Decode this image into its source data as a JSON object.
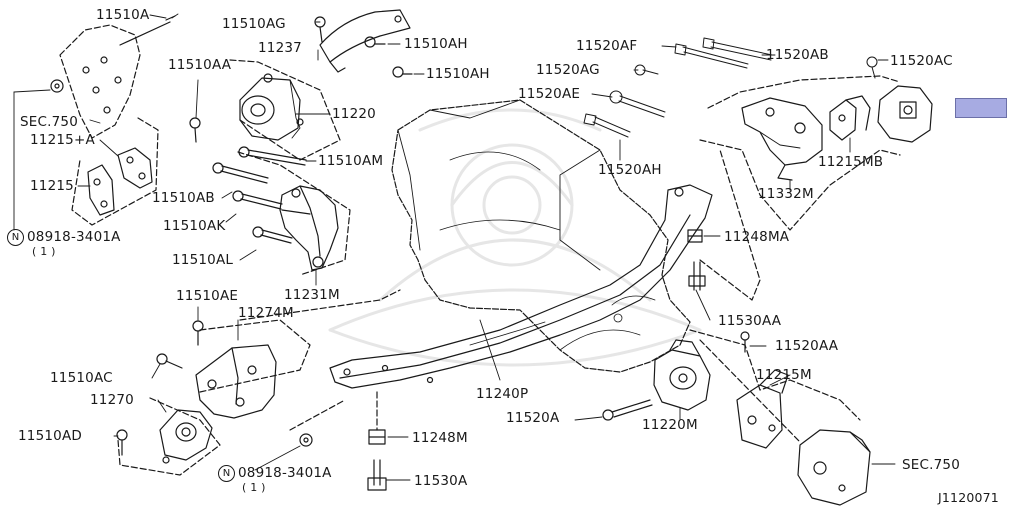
{
  "figure_code": "J1120071",
  "colors": {
    "ink": "#1a1a1a",
    "highlight": "#a7abe2",
    "watermark": "#e6e6e6"
  },
  "labels": {
    "p11510A": "11510A",
    "p11510AG": "11510AG",
    "p11510AH_1": "11510AH",
    "p11510AH_2": "11510AH",
    "p11237": "11237",
    "p11510AA": "11510AA",
    "p11220": "11220",
    "sec750_top": "SEC.750",
    "p11215A": "11215+A",
    "p11215": "11215",
    "p11510AM": "11510AM",
    "p11510AB": "11510AB",
    "p11510AK": "11510AK",
    "p11510AL": "11510AL",
    "p11231M": "11231M",
    "n_code_top": "08918-3401A",
    "n_qty_top": "( 1 )",
    "p11520AF": "11520AF",
    "p11520AB": "11520AB",
    "p11520AG": "11520AG",
    "p11520AC": "11520AC",
    "p11520AE": "11520AE",
    "p11520AH": "11520AH",
    "p11215MB": "11215MB",
    "p11332M": "11332M",
    "p11248MA": "11248MA",
    "p11530AA": "11530AA",
    "p11520AA": "11520AA",
    "p11215M": "11215M",
    "p11240P": "11240P",
    "p11520A": "11520A",
    "p11220M": "11220M",
    "p11248M": "11248M",
    "p11530A": "11530A",
    "sec750_bottom": "SEC.750",
    "p11510AE": "11510AE",
    "p11274M": "11274M",
    "p11510AC": "11510AC",
    "p11270": "11270",
    "p11510AD": "11510AD",
    "n_code_bottom": "08918-3401A",
    "n_qty_bottom": "( 1 )",
    "n_symbol": "N"
  }
}
